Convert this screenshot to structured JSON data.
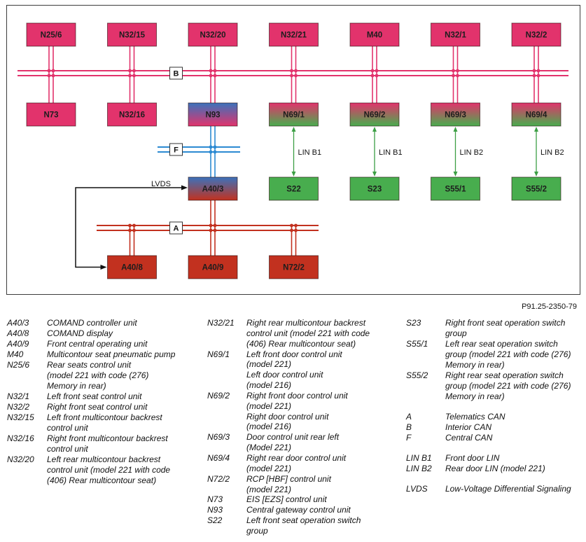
{
  "diagram": {
    "top_row": [
      "N25/6",
      "N32/15",
      "N32/20",
      "N32/21",
      "M40",
      "N32/1",
      "N32/2"
    ],
    "bus_b_row": [
      "N73",
      "N32/16",
      "N93",
      "N69/1",
      "N69/2",
      "N69/3",
      "N69/4"
    ],
    "switch_row": [
      "S22",
      "S23",
      "S55/1",
      "S55/2"
    ],
    "lin_labels": [
      "LIN B1",
      "LIN B1",
      "LIN B2",
      "LIN B2"
    ],
    "controller": "A40/3",
    "bus_a_row": [
      "A40/8",
      "A40/9",
      "N72/2"
    ],
    "bus_labels": {
      "interior": "B",
      "central": "F",
      "telematics": "A"
    },
    "lvds_label": "LVDS"
  },
  "figure_ref": "P91.25-2350-79",
  "colors": {
    "interior_can": "#e2336c",
    "central_can": "#2c8ad2",
    "telematics_can": "#c2311f",
    "lin": "#3c9f44",
    "lin_module": "#48ad4e",
    "gateway": "#3b72bb",
    "lvds": "#111111"
  },
  "legend": {
    "columns": [
      {
        "groups": [
          [
            {
              "code": "A40/3",
              "lines": [
                "COMAND controller unit"
              ]
            },
            {
              "code": "A40/8",
              "lines": [
                "COMAND display"
              ]
            },
            {
              "code": "A40/9",
              "lines": [
                "Front central operating unit"
              ]
            },
            {
              "code": "M40",
              "lines": [
                "Multicontour seat pneumatic pump"
              ]
            },
            {
              "code": "N25/6",
              "lines": [
                "Rear seats control unit",
                "(model 221 with code (276)",
                "Memory in rear)"
              ]
            },
            {
              "code": "N32/1",
              "lines": [
                "Left front seat control unit"
              ]
            },
            {
              "code": "N32/2",
              "lines": [
                "Right front seat control unit"
              ]
            },
            {
              "code": "N32/15",
              "lines": [
                "Left front multicontour backrest",
                "control unit"
              ]
            },
            {
              "code": "N32/16",
              "lines": [
                "Right front multicontour backrest",
                "control unit"
              ]
            },
            {
              "code": "N32/20",
              "lines": [
                "Left rear multicontour backrest",
                "control unit (model 221 with code",
                "(406) Rear multicontour seat)"
              ]
            }
          ]
        ]
      },
      {
        "groups": [
          [
            {
              "code": "N32/21",
              "lines": [
                "Right rear multicontour backrest",
                "control unit (model 221 with code",
                "(406) Rear multicontour seat)"
              ]
            },
            {
              "code": "N69/1",
              "lines": [
                "Left front door control unit",
                "(model 221)",
                "Left door control unit",
                "(model 216)"
              ]
            },
            {
              "code": "N69/2",
              "lines": [
                "Right front door control unit",
                "(model 221)",
                "Right door control unit",
                "(model 216)"
              ]
            },
            {
              "code": "N69/3",
              "lines": [
                "Door control unit rear left",
                "(Model 221)"
              ]
            },
            {
              "code": "N69/4",
              "lines": [
                "Right rear door control unit",
                "(model 221)"
              ]
            },
            {
              "code": "N72/2",
              "lines": [
                "RCP [HBF] control unit",
                "(model 221)"
              ]
            },
            {
              "code": "N73",
              "lines": [
                "EIS [EZS] control unit"
              ]
            },
            {
              "code": "N93",
              "lines": [
                "Central gateway control unit"
              ]
            },
            {
              "code": "S22",
              "lines": [
                "Left front seat operation switch",
                "group"
              ]
            }
          ]
        ]
      },
      {
        "groups": [
          [
            {
              "code": "S23",
              "lines": [
                "Right front seat operation switch",
                "group"
              ]
            },
            {
              "code": "S55/1",
              "lines": [
                "Left rear seat operation switch",
                "group (model 221 with code (276)",
                "Memory in rear)"
              ]
            },
            {
              "code": "S55/2",
              "lines": [
                "Right rear seat operation switch",
                "group (model 221 with code (276)",
                "Memory in rear)"
              ]
            }
          ],
          [
            {
              "code": "A",
              "lines": [
                "Telematics CAN"
              ]
            },
            {
              "code": "B",
              "lines": [
                "Interior CAN"
              ]
            },
            {
              "code": "F",
              "lines": [
                "Central CAN"
              ]
            }
          ],
          [
            {
              "code": "LIN B1",
              "lines": [
                "Front door LIN"
              ]
            },
            {
              "code": "LIN B2",
              "lines": [
                "Rear door LIN (model 221)"
              ]
            }
          ],
          [
            {
              "code": "LVDS",
              "lines": [
                "Low-Voltage Differential Signaling"
              ]
            }
          ]
        ]
      }
    ]
  }
}
